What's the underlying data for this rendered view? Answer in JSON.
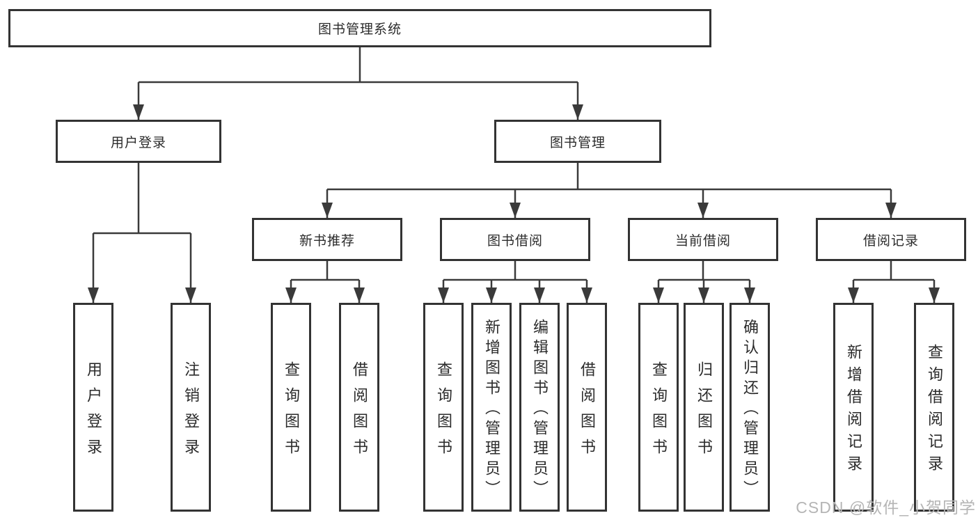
{
  "colors": {
    "background": "#ffffff",
    "line": "#3a3a3a",
    "box_border": "#333333",
    "text": "#2b2b2b",
    "watermark": "#b5b5b5"
  },
  "watermark": {
    "text": "CSDN @软件_小贺同学"
  },
  "diagram": {
    "type": "tree",
    "root": {
      "label": "图书管理系统"
    },
    "level2": [
      {
        "label": "用户登录",
        "parent": "图书管理系统"
      },
      {
        "label": "图书管理",
        "parent": "图书管理系统"
      }
    ],
    "level3": [
      {
        "label": "新书推荐",
        "parent": "图书管理"
      },
      {
        "label": "图书借阅",
        "parent": "图书管理"
      },
      {
        "label": "当前借阅",
        "parent": "图书管理"
      },
      {
        "label": "借阅记录",
        "parent": "图书管理"
      }
    ],
    "leaves": [
      {
        "label": "用户登录",
        "parent": "用户登录"
      },
      {
        "label": "注销登录",
        "parent": "用户登录"
      },
      {
        "label": "查询图书",
        "parent": "新书推荐"
      },
      {
        "label": "借阅图书",
        "parent": "新书推荐"
      },
      {
        "label": "查询图书",
        "parent": "图书借阅"
      },
      {
        "label": "新增图书（管理员）",
        "parent": "图书借阅"
      },
      {
        "label": "编辑图书（管理员）",
        "parent": "图书借阅"
      },
      {
        "label": "借阅图书",
        "parent": "图书借阅"
      },
      {
        "label": "查询图书",
        "parent": "当前借阅"
      },
      {
        "label": "归还图书",
        "parent": "当前借阅"
      },
      {
        "label": "确认归还（管理员）",
        "parent": "当前借阅"
      },
      {
        "label": "新增借阅记录",
        "parent": "借阅记录"
      },
      {
        "label": "查询借阅记录",
        "parent": "借阅记录"
      }
    ]
  }
}
